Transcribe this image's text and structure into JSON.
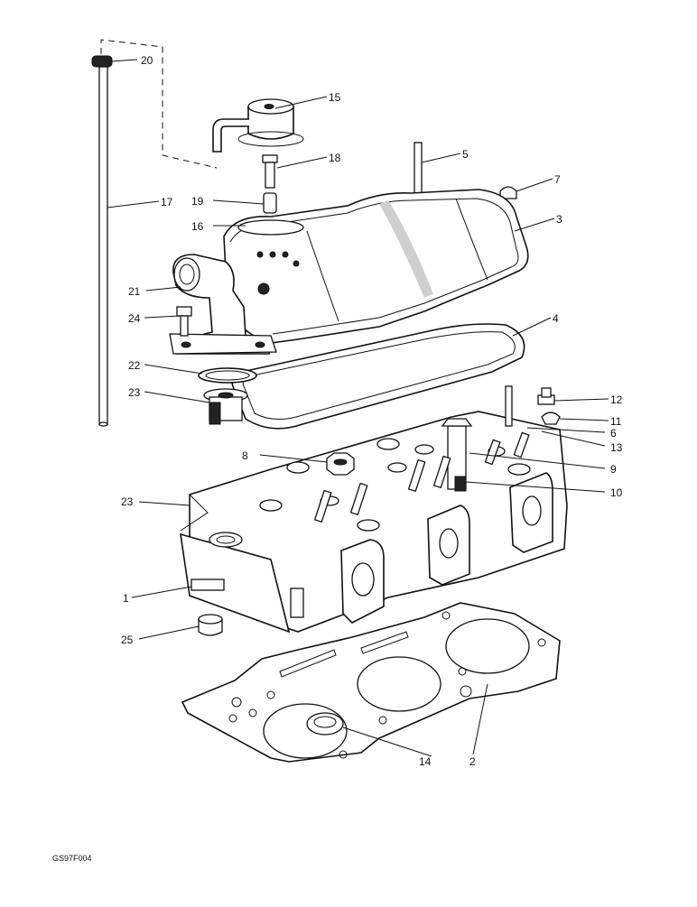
{
  "figure_code": "GS97F004",
  "callouts": {
    "c20": "20",
    "c15": "15",
    "c18": "18",
    "c5": "5",
    "c7": "7",
    "c17": "17",
    "c19": "19",
    "c16": "16",
    "c3": "3",
    "c21": "21",
    "c24": "24",
    "c4": "4",
    "c22": "22",
    "c23a": "23",
    "c12": "12",
    "c11": "11",
    "c13": "13",
    "c6": "6",
    "c8": "8",
    "c9": "9",
    "c10": "10",
    "c23b": "23",
    "c1": "1",
    "c25": "25",
    "c14": "14",
    "c2": "2"
  }
}
